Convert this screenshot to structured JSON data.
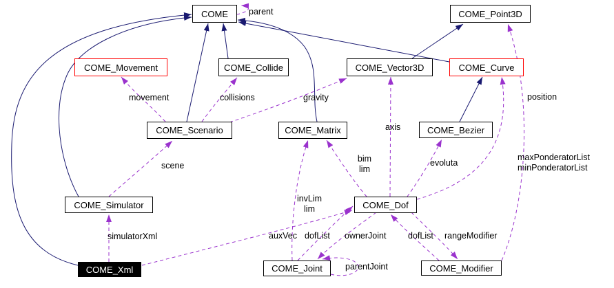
{
  "diagram": {
    "type": "collaboration-graph",
    "colors": {
      "inheritance_edge": "#191970",
      "usage_edge": "#9a32cd",
      "node_border": "#000000",
      "undocumented_node_border": "#ff0000",
      "focus_node_bg": "#000000",
      "focus_node_text": "#ffffff",
      "background": "#ffffff"
    },
    "nodes": {
      "come": {
        "label": "COME"
      },
      "point3d": {
        "label": "COME_Point3D"
      },
      "movement": {
        "label": "COME_Movement"
      },
      "collide": {
        "label": "COME_Collide"
      },
      "vector3d": {
        "label": "COME_Vector3D"
      },
      "curve": {
        "label": "COME_Curve"
      },
      "scenario": {
        "label": "COME_Scenario"
      },
      "matrix": {
        "label": "COME_Matrix"
      },
      "bezier": {
        "label": "COME_Bezier"
      },
      "simulator": {
        "label": "COME_Simulator"
      },
      "dof": {
        "label": "COME_Dof"
      },
      "xml": {
        "label": "COME_Xml"
      },
      "joint": {
        "label": "COME_Joint"
      },
      "modifier": {
        "label": "COME_Modifier"
      }
    },
    "edge_labels": {
      "parent": "parent",
      "movement": "movement",
      "collisions": "collisions",
      "gravity": "gravity",
      "scene": "scene",
      "simulator_xml": "simulatorXml",
      "aux_vec": "auxVec",
      "inv_lim": "invLim\nlim",
      "bim_lim": "bim\nlim",
      "axis": "axis",
      "evoluta": "evoluta",
      "dof_list_joint": "dofList",
      "owner_joint": "ownerJoint",
      "parent_joint": "parentJoint",
      "dof_list_modifier": "dofList",
      "range_modifier": "rangeModifier",
      "ponderator_lists": "maxPonderatorList\nminPonderatorList",
      "position": "position"
    },
    "edges": {
      "inheritance": [
        {
          "from": "COME_Xml",
          "to": "COME"
        },
        {
          "from": "COME_Simulator",
          "to": "COME"
        },
        {
          "from": "COME_Scenario",
          "to": "COME"
        },
        {
          "from": "COME_Collide",
          "to": "COME"
        },
        {
          "from": "COME_Matrix",
          "to": "COME"
        },
        {
          "from": "COME_Curve",
          "to": "COME"
        },
        {
          "from": "COME_Vector3D",
          "to": "COME_Point3D"
        },
        {
          "from": "COME_Bezier",
          "to": "COME_Curve"
        }
      ],
      "usage": [
        {
          "from": "COME",
          "to": "COME",
          "label": "parent"
        },
        {
          "from": "COME_Scenario",
          "to": "COME_Movement",
          "label": "movement"
        },
        {
          "from": "COME_Scenario",
          "to": "COME_Collide",
          "label": "collisions"
        },
        {
          "from": "COME_Scenario",
          "to": "COME_Vector3D",
          "label": "gravity"
        },
        {
          "from": "COME_Simulator",
          "to": "COME_Scenario",
          "label": "scene"
        },
        {
          "from": "COME_Xml",
          "to": "COME_Simulator",
          "label": "simulatorXml"
        },
        {
          "from": "COME_Xml",
          "to": "COME_Dof",
          "label": "auxVec"
        },
        {
          "from": "COME_Joint",
          "to": "COME_Matrix",
          "label": "invLim\nlim"
        },
        {
          "from": "COME_Dof",
          "to": "COME_Matrix",
          "label": "bim\nlim"
        },
        {
          "from": "COME_Dof",
          "to": "COME_Vector3D",
          "label": "axis"
        },
        {
          "from": "COME_Dof",
          "to": "COME_Bezier",
          "label": "evoluta"
        },
        {
          "from": "COME_Joint",
          "to": "COME_Dof",
          "label": "dofList"
        },
        {
          "from": "COME_Dof",
          "to": "COME_Joint",
          "label": "ownerJoint"
        },
        {
          "from": "COME_Joint",
          "to": "COME_Joint",
          "label": "parentJoint"
        },
        {
          "from": "COME_Modifier",
          "to": "COME_Dof",
          "label": "dofList"
        },
        {
          "from": "COME_Dof",
          "to": "COME_Modifier",
          "label": "rangeModifier"
        },
        {
          "from": "COME_Dof",
          "to": "COME_Curve",
          "label": "maxPonderatorList\nminPonderatorList"
        },
        {
          "from": "COME_Modifier",
          "to": "COME_Point3D",
          "label": "position"
        }
      ]
    }
  }
}
